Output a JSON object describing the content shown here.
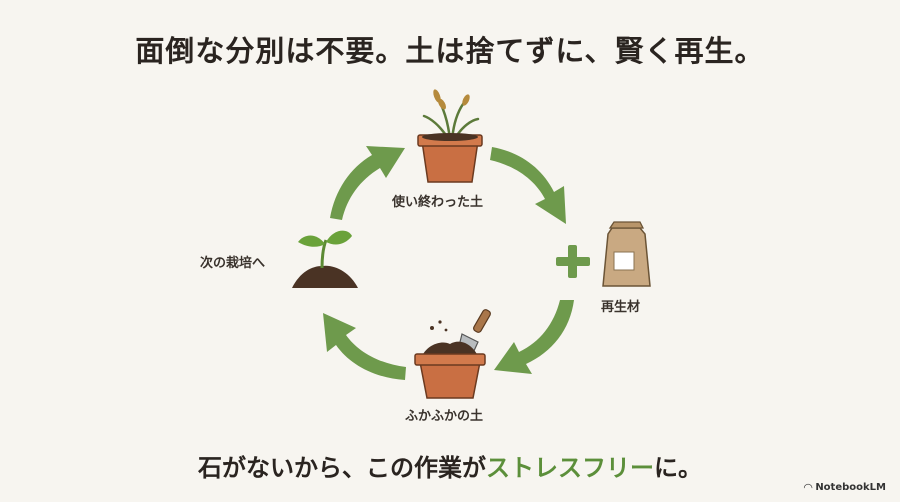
{
  "title": "面倒な分別は不要。土は捨てずに、賢く再生。",
  "cycle": {
    "used_soil": "使い終わった土",
    "recycle_material": "再生材",
    "fluffy_soil": "ふかふかの土",
    "next_cultivation": "次の栽培へ"
  },
  "caption": {
    "before": "石がないから、この作業が",
    "highlight": "ストレスフリー",
    "after": "に。"
  },
  "badge": {
    "label": "NotebookLM"
  },
  "colors": {
    "arrow_green": "#6e9a4c",
    "highlight_green": "#5c8f3a",
    "pot": "#c96f43",
    "soil": "#4a3324",
    "bag": "#c9a982"
  }
}
